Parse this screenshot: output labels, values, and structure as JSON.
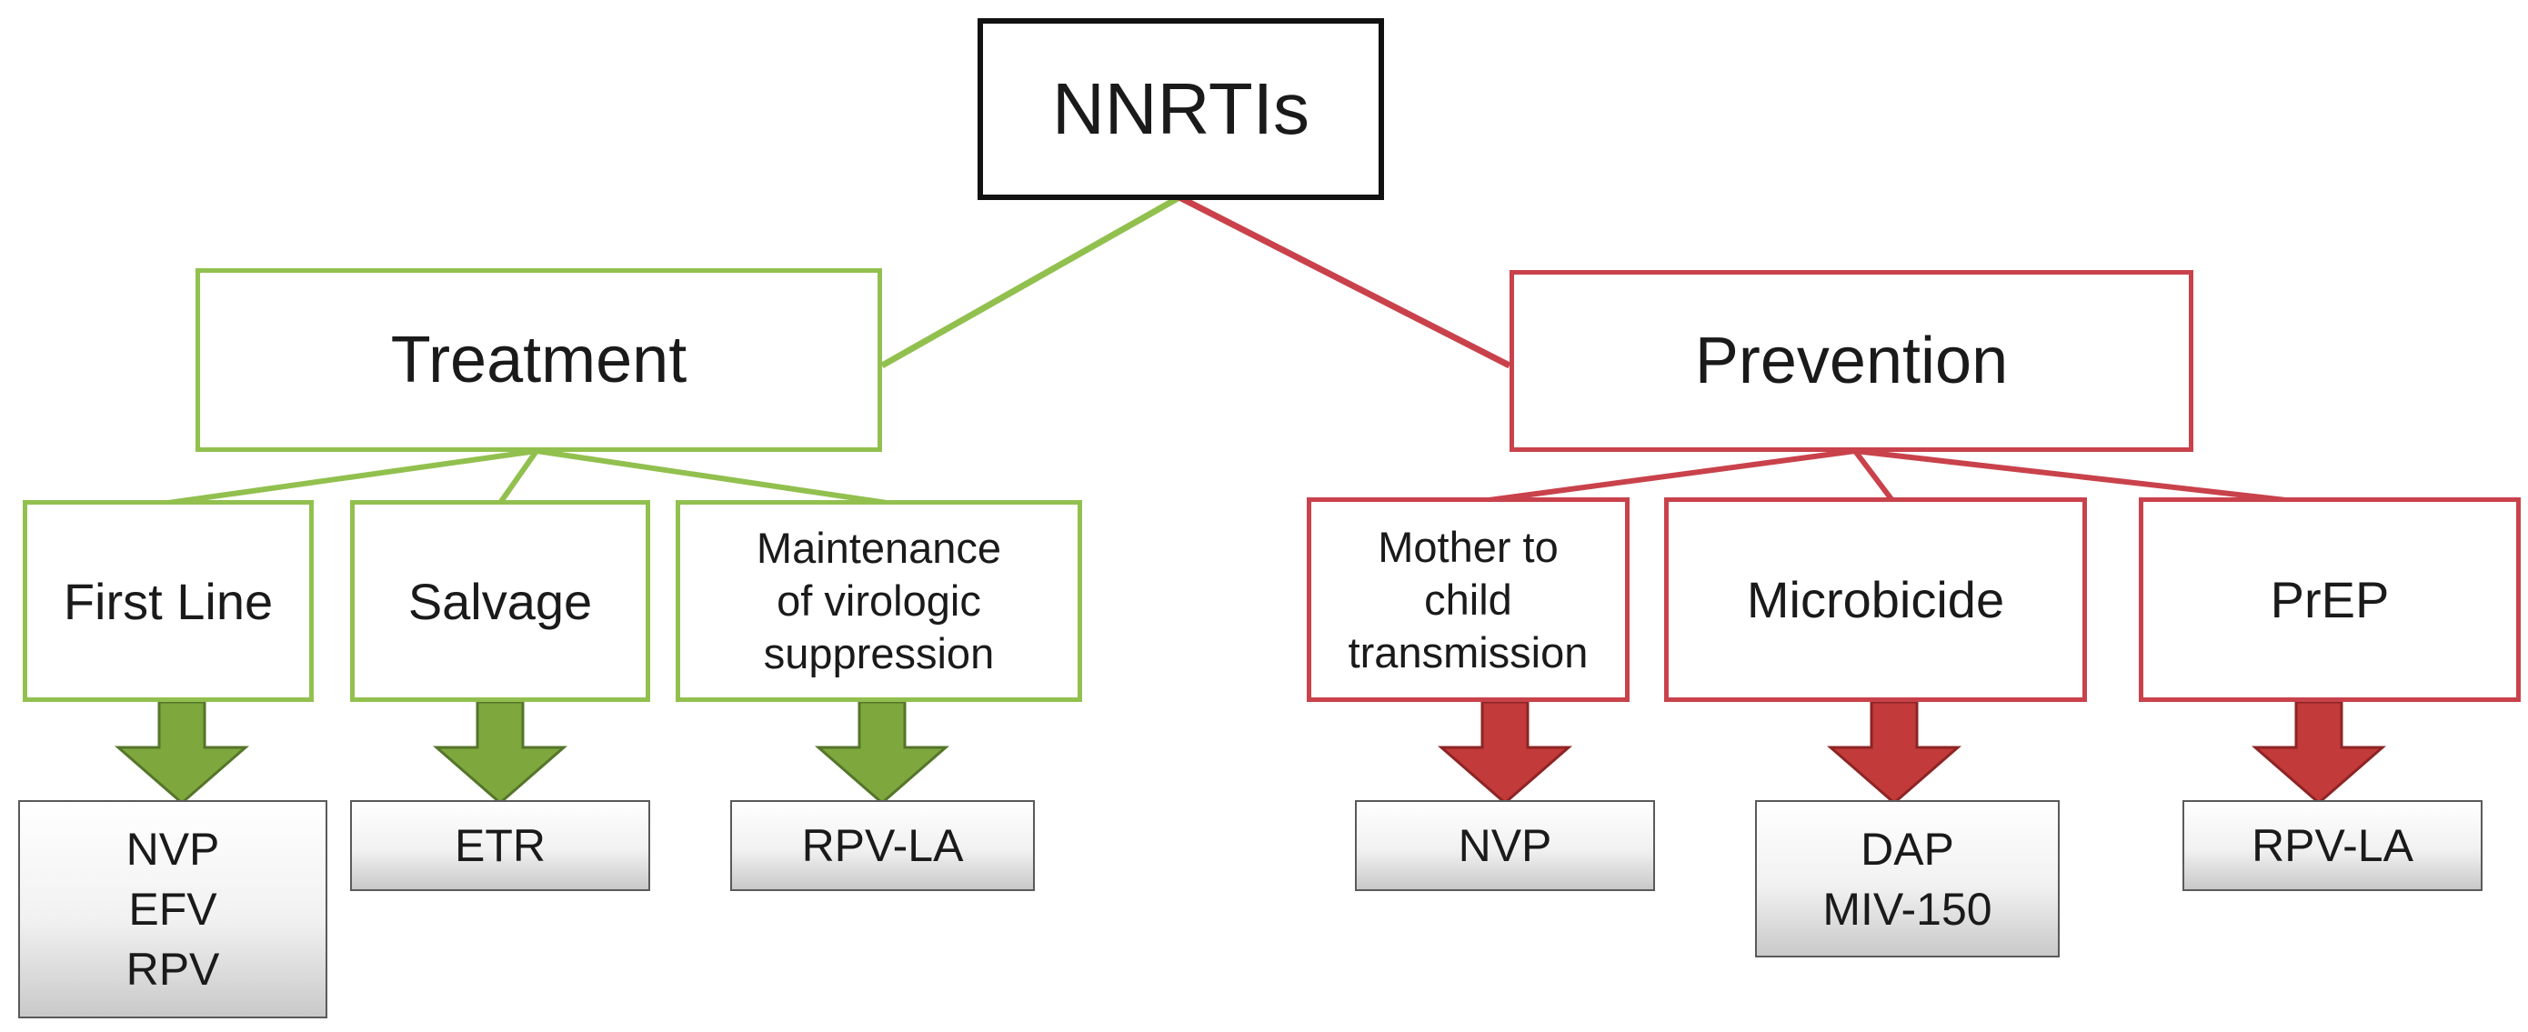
{
  "colors": {
    "root": "#111111",
    "treatment": "#92c04f",
    "prevention": "#c9424b",
    "drug_border": "#5a5a5a"
  },
  "root": {
    "label": "NNRTIs"
  },
  "treatment": {
    "label": "Treatment",
    "children": [
      {
        "label_lines": [
          "First Line"
        ],
        "drugs": [
          "NVP",
          "EFV",
          "RPV"
        ]
      },
      {
        "label_lines": [
          "Salvage"
        ],
        "drugs": [
          "ETR"
        ]
      },
      {
        "label_lines": [
          "Maintenance",
          "of virologic",
          "suppression"
        ],
        "drugs": [
          "RPV-LA"
        ]
      }
    ]
  },
  "prevention": {
    "label": "Prevention",
    "children": [
      {
        "label_lines": [
          "Mother to",
          "child",
          "transmission"
        ],
        "drugs": [
          "NVP"
        ]
      },
      {
        "label_lines": [
          "Microbicide"
        ],
        "drugs": [
          "DAP",
          "MIV-150"
        ]
      },
      {
        "label_lines": [
          "PrEP"
        ],
        "drugs": [
          "RPV-LA"
        ]
      }
    ]
  }
}
